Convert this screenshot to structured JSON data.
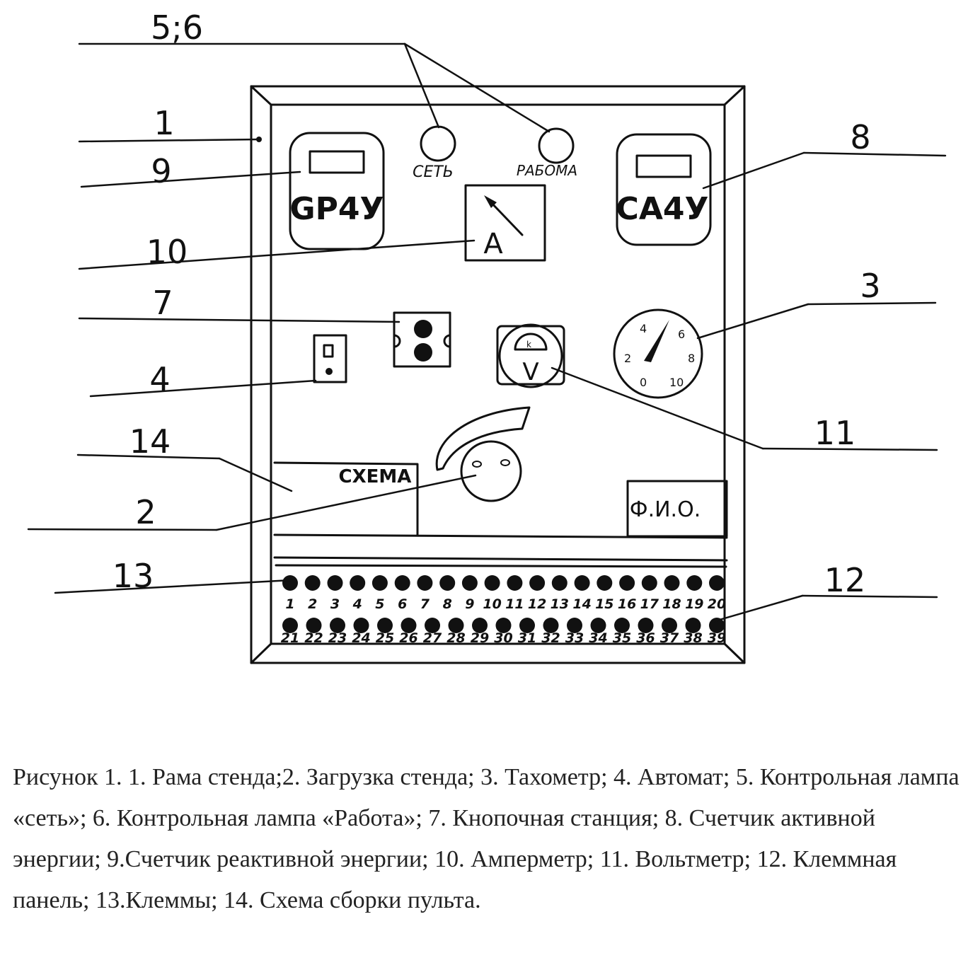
{
  "callouts": {
    "c1": "1",
    "c2": "2",
    "c3": "3",
    "c4": "4",
    "c56": "5;6",
    "c7": "7",
    "c8": "8",
    "c9": "9",
    "c10": "10",
    "c11": "11",
    "c12": "12",
    "c13": "13",
    "c14": "14"
  },
  "panel": {
    "lamp_network": "СЕТЬ",
    "lamp_work": "РАБОМА",
    "meter_reactive": "GР4У",
    "meter_active": "СА4У",
    "ammeter": "A",
    "voltmeter": "V",
    "voltmeter_mark": "k",
    "scheme": "СХЕМА",
    "fio": "Ф.И.О."
  },
  "tachometer_labels": [
    "4",
    "6",
    "2",
    "8",
    "0",
    "10"
  ],
  "terminals": {
    "row1": [
      "1",
      "2",
      "3",
      "4",
      "5",
      "6",
      "7",
      "8",
      "9",
      "10",
      "11",
      "12",
      "13",
      "14",
      "15",
      "16",
      "17",
      "18",
      "19",
      "20"
    ],
    "row2": [
      "21",
      "22",
      "23",
      "24",
      "25",
      "26",
      "27",
      "28",
      "29",
      "30",
      "31",
      "32",
      "33",
      "34",
      "35",
      "36",
      "37",
      "38",
      "39"
    ]
  },
  "caption": "Рисунок 1. 1. Рама стенда;2. Загрузка стенда; 3. Тахометр; 4. Автомат; 5. Контрольная лампа «сеть»; 6. Контрольная лампа «Работа»; 7. Кнопочная станция; 8. Счетчик активной энергии; 9.Счетчик реактивной энергии; 10. Амперметр; 11. Вольтметр; 12. Клеммная панель; 13.Клеммы; 14. Схема сборки пульта."
}
